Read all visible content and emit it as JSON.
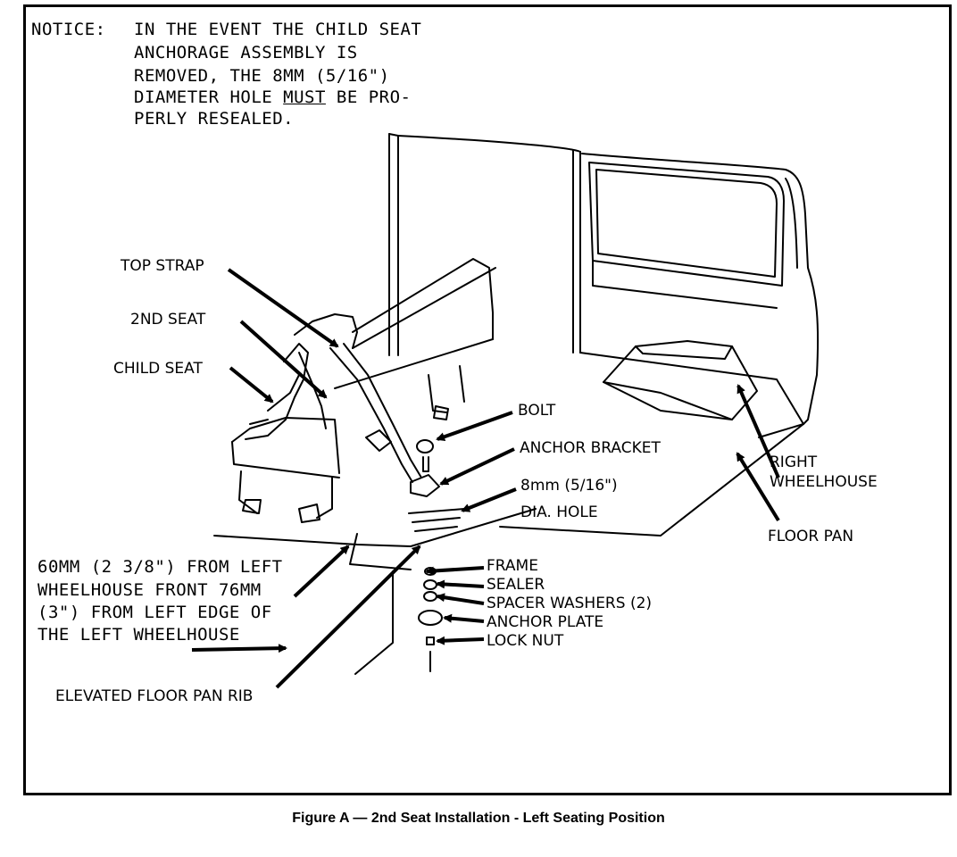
{
  "notice": {
    "prefix": "NOTICE:",
    "lines": [
      "IN THE EVENT THE CHILD SEAT",
      "ANCHORAGE ASSEMBLY IS",
      "REMOVED, THE 8MM (5/16\")",
      "DIAMETER HOLE",
      "MUST",
      "BE PRO-",
      "PERLY RESEALED."
    ]
  },
  "labels": {
    "top_strap": "TOP STRAP",
    "second_seat": "2ND SEAT",
    "child_seat": "CHILD SEAT",
    "bolt": "BOLT",
    "anchor_bracket": "ANCHOR BRACKET",
    "hole_size": "8mm (5/16\")",
    "dia_hole": "DIA. HOLE",
    "right_wheelhouse_1": "RIGHT",
    "right_wheelhouse_2": "WHEELHOUSE",
    "floor_pan": "FLOOR PAN",
    "frame": "FRAME",
    "sealer": "SEALER",
    "spacer_washers": "SPACER WASHERS (2)",
    "anchor_plate": "ANCHOR PLATE",
    "lock_nut": "LOCK NUT",
    "position_note": [
      "60MM (2 3/8\") FROM LEFT",
      "WHEELHOUSE FRONT 76MM",
      "(3\") FROM LEFT EDGE OF",
      "THE LEFT WHEELHOUSE"
    ],
    "elevated_rib": "ELEVATED FLOOR PAN RIB"
  },
  "caption": "Figure A — 2nd Seat Installation - Left Seating Position"
}
